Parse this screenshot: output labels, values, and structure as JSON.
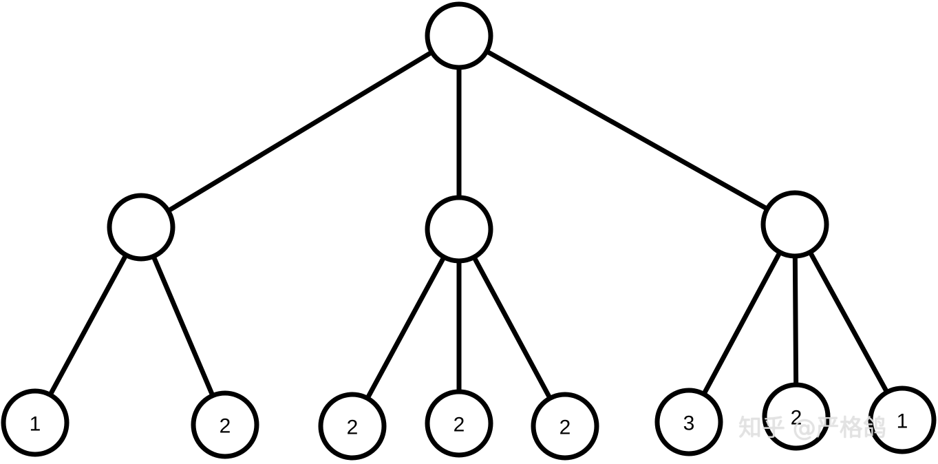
{
  "diagram": {
    "type": "tree",
    "colors": {
      "stroke": "#000000",
      "fill": "#ffffff"
    },
    "nodes": [
      {
        "id": "root",
        "label": ""
      },
      {
        "id": "a",
        "label": ""
      },
      {
        "id": "b",
        "label": ""
      },
      {
        "id": "c",
        "label": ""
      },
      {
        "id": "a1",
        "label": "1"
      },
      {
        "id": "a2",
        "label": "2"
      },
      {
        "id": "b1",
        "label": "2"
      },
      {
        "id": "b2",
        "label": "2"
      },
      {
        "id": "b3",
        "label": "2"
      },
      {
        "id": "c1",
        "label": "3"
      },
      {
        "id": "c2",
        "label": "2"
      },
      {
        "id": "c3",
        "label": "1"
      }
    ],
    "edges": [
      [
        "root",
        "a"
      ],
      [
        "root",
        "b"
      ],
      [
        "root",
        "c"
      ],
      [
        "a",
        "a1"
      ],
      [
        "a",
        "a2"
      ],
      [
        "b",
        "b1"
      ],
      [
        "b",
        "b2"
      ],
      [
        "b",
        "b3"
      ],
      [
        "c",
        "c1"
      ],
      [
        "c",
        "c2"
      ],
      [
        "c",
        "c3"
      ]
    ]
  },
  "watermark": {
    "text": "知乎 @严格鸽"
  }
}
